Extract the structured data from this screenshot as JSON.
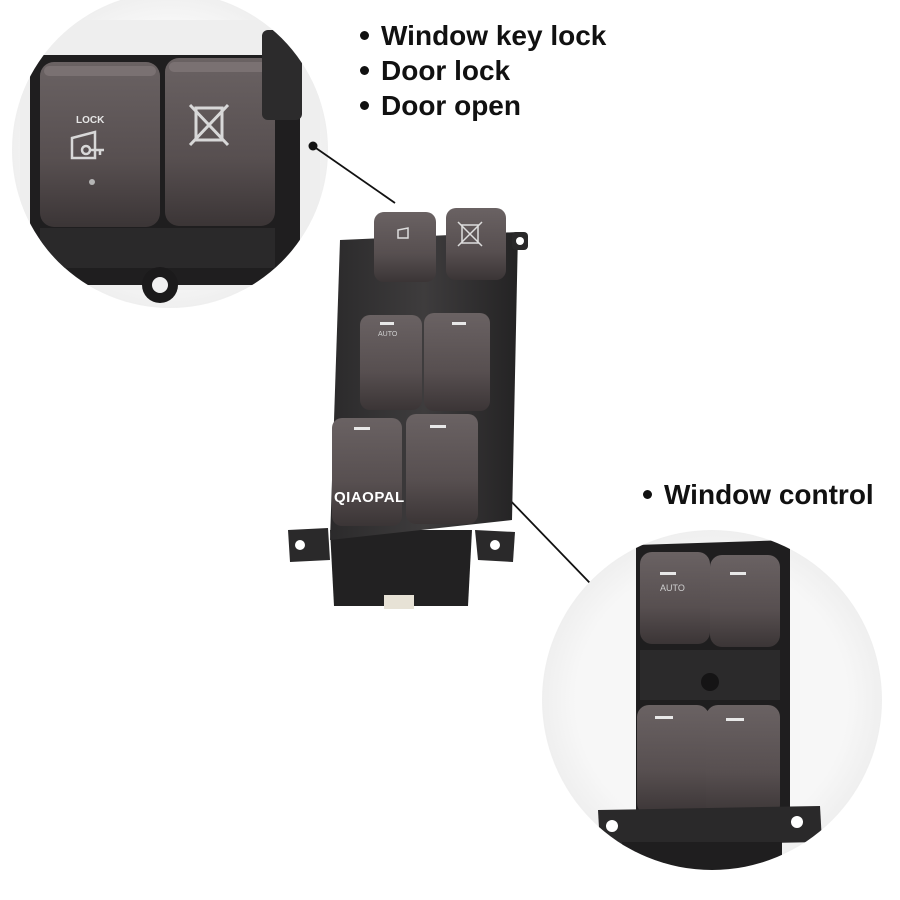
{
  "features_top": [
    {
      "label": "Window key lock"
    },
    {
      "label": "Door lock"
    },
    {
      "label": "Door open"
    }
  ],
  "feature_bottom": {
    "label": "Window control"
  },
  "switch": {
    "brand": "QIAOPAL",
    "auto_label": "AUTO",
    "lock_label": "LOCK"
  },
  "colors": {
    "background": "#ffffff",
    "plastic": "#3c3a3b",
    "button": "#5a5354",
    "highlight": "#e8e8e8"
  }
}
